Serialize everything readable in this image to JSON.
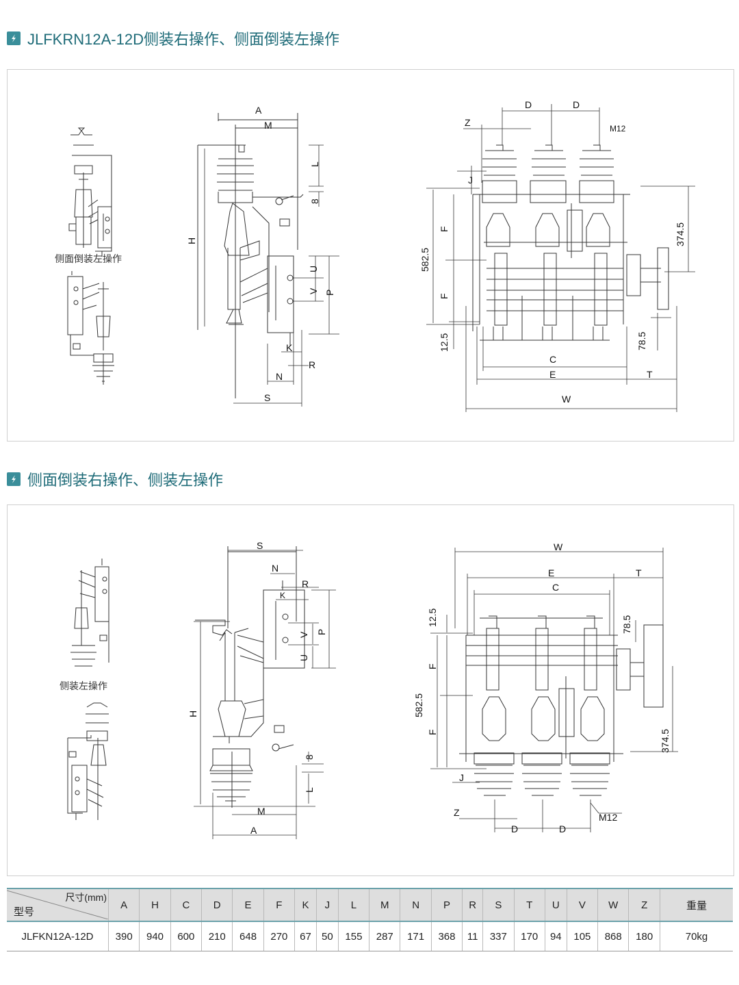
{
  "sections": [
    {
      "title": "JLFKRN12A-12D侧装右操作、侧面倒装左操作",
      "icon": "lightning-icon",
      "thumbnail_caption": "侧面倒装左操作",
      "side_view_labels": {
        "A": "A",
        "M": "M",
        "H": "H",
        "L": "L",
        "eight": "8",
        "U": "U",
        "V": "V",
        "P": "P",
        "K": "K",
        "R": "R",
        "N": "N",
        "S": "S"
      },
      "front_view_labels": {
        "D1": "D",
        "D2": "D",
        "Z": "Z",
        "M12": "M12",
        "J": "J",
        "F1": "F",
        "F2": "F",
        "dim_582": "582.5",
        "dim_374": "374.5",
        "dim_12": "12.5",
        "dim_78": "78.5",
        "C": "C",
        "E": "E",
        "T": "T",
        "W": "W"
      }
    },
    {
      "title": "侧面倒装右操作、侧装左操作",
      "icon": "lightning-icon",
      "thumbnail_caption": "侧装左操作",
      "side_view_labels": {
        "A": "A",
        "M": "M",
        "H": "H",
        "L": "L",
        "eight": "8",
        "U": "U",
        "V": "V",
        "P": "P",
        "K": "K",
        "R": "R",
        "N": "N",
        "S": "S"
      },
      "front_view_labels": {
        "D1": "D",
        "D2": "D",
        "Z": "Z",
        "M12": "M12",
        "J": "J",
        "F1": "F",
        "F2": "F",
        "dim_582": "582.5",
        "dim_374": "374.5",
        "dim_12": "12.5",
        "dim_78": "78.5",
        "C": "C",
        "E": "E",
        "T": "T",
        "W": "W"
      }
    }
  ],
  "table": {
    "corner_top": "尺寸(mm)",
    "corner_bottom": "型号",
    "columns": [
      "A",
      "H",
      "C",
      "D",
      "E",
      "F",
      "K",
      "J",
      "L",
      "M",
      "N",
      "P",
      "R",
      "S",
      "T",
      "U",
      "V",
      "W",
      "Z"
    ],
    "weight_header": "重量",
    "rows": [
      {
        "model": "JLFKN12A-12D",
        "values": [
          "390",
          "940",
          "600",
          "210",
          "648",
          "270",
          "67",
          "50",
          "155",
          "287",
          "171",
          "368",
          "11",
          "337",
          "170",
          "94",
          "105",
          "868",
          "180"
        ],
        "weight": "70kg"
      }
    ]
  }
}
